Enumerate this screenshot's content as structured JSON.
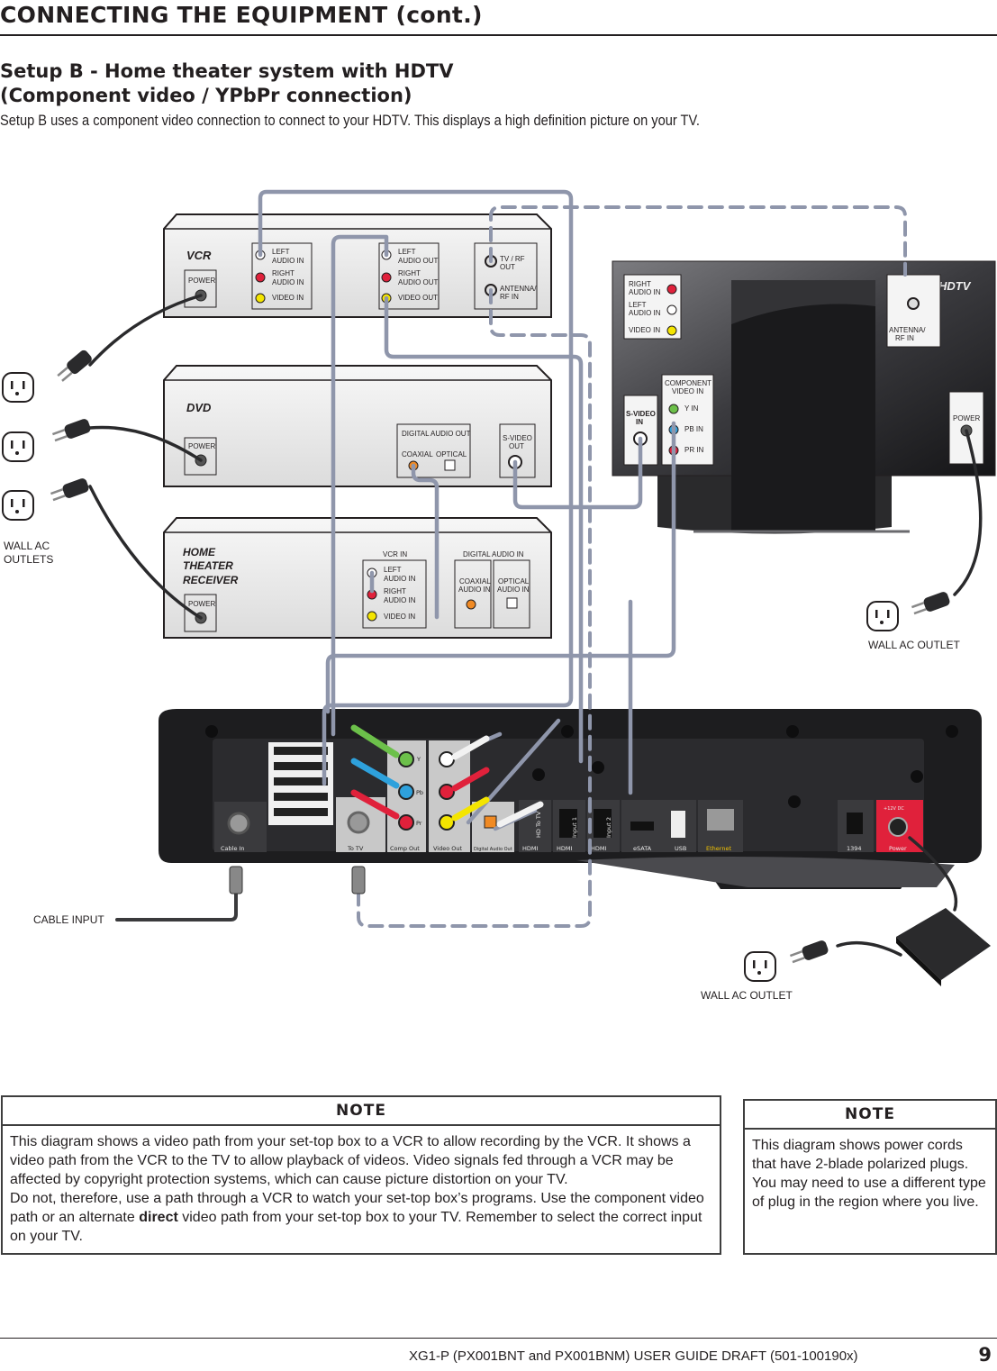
{
  "header": {
    "title": "CONNECTING THE EQUIPMENT (cont.)",
    "section_title_line1": "Setup B - Home theater system with HDTV",
    "section_title_line2": "(Component video / YPbPr connection)",
    "intro": "Setup B uses a component video connection to connect to your HDTV. This displays a high definition picture on your TV."
  },
  "diagram": {
    "vcr": {
      "name": "VCR",
      "power": "POWER",
      "audio_in": [
        "LEFT",
        "AUDIO IN",
        "RIGHT",
        "AUDIO IN",
        "VIDEO IN"
      ],
      "audio_out": [
        "LEFT",
        "AUDIO OUT",
        "RIGHT",
        "AUDIO OUT",
        "VIDEO OUT"
      ],
      "rf": [
        "TV / RF",
        "OUT",
        "ANTENNA/",
        "RF IN"
      ]
    },
    "dvd": {
      "name": "DVD",
      "power": "POWER",
      "digital_audio_out": "DIGITAL AUDIO OUT",
      "coaxial": "COAXIAL",
      "optical": "OPTICAL",
      "svideo_out": [
        "S-VIDEO",
        "OUT"
      ]
    },
    "receiver": {
      "name": [
        "HOME",
        "THEATER",
        "RECEIVER"
      ],
      "power": "POWER",
      "vcr_in": "VCR IN",
      "vcr_in_ports": [
        "LEFT",
        "AUDIO IN",
        "RIGHT",
        "AUDIO IN",
        "VIDEO IN"
      ],
      "digital_audio_in": "DIGITAL AUDIO IN",
      "coaxial_in": [
        "COAXIAL",
        "AUDIO IN"
      ],
      "optical_in": [
        "OPTICAL",
        "AUDIO IN"
      ]
    },
    "hdtv": {
      "name": "HDTV",
      "audio": [
        "RIGHT",
        "AUDIO IN",
        "LEFT",
        "AUDIO IN",
        "VIDEO IN"
      ],
      "antenna": [
        "ANTENNA/",
        "RF IN"
      ],
      "component": [
        "COMPONENT",
        "VIDEO IN",
        "Y IN",
        "PB IN",
        "PR IN"
      ],
      "svideo": [
        "S-VIDEO",
        "IN"
      ],
      "power": "POWER"
    },
    "stb": {
      "labels": [
        "Cable In",
        "To TV",
        "Comp Out",
        "Video Out",
        "Digital Audio Out",
        "HDMI",
        "HDMI",
        "HDMI",
        "eSATA",
        "USB",
        "Ethernet",
        "1394",
        "Power",
        "HD To TV",
        "Input 1",
        "Input 2",
        "Y",
        "Pb",
        "Pr",
        "+12V DC"
      ]
    },
    "labels": {
      "wall_outlets_left": [
        "WALL AC",
        "OUTLETS"
      ],
      "wall_outlet_tv": "WALL AC OUTLET",
      "wall_outlet_adapter": "WALL AC OUTLET",
      "cable_input": "CABLE INPUT"
    },
    "colors": {
      "cable": "#8f96ab",
      "cable_dark": "#6d7185",
      "red": "#e0213b",
      "yellow": "#f4e500",
      "green": "#6cc04a",
      "blue": "#2ea1dc",
      "orange": "#f08a24",
      "device": "#eeeeee",
      "stb_body": "#1d1d1f"
    }
  },
  "notes": {
    "left": {
      "heading": "NOTE",
      "p1": "This diagram shows a video path from your set-top box to a VCR to allow recording by the VCR.  It shows a video path from the VCR to the TV to allow playback of videos.  Video signals fed through a VCR may be affected by copyright protection systems, which can cause picture distortion on your TV.",
      "p2_pre": "Do not, therefore, use a path through a VCR to watch your set-top box’s programs. Use the component video path or an alternate ",
      "p2_bold": "direct",
      "p2_post": " video path from your set-top box to your TV.  Remember to select the correct input on your TV."
    },
    "right": {
      "heading": "NOTE",
      "body": "This diagram shows power cords that have 2-blade polarized plugs. You may need to use a different type of plug in the region where you live."
    }
  },
  "footer": {
    "doc": "XG1-P (PX001BNT and PX001BNM) USER GUIDE DRAFT (501-100190x)",
    "page": "9"
  }
}
